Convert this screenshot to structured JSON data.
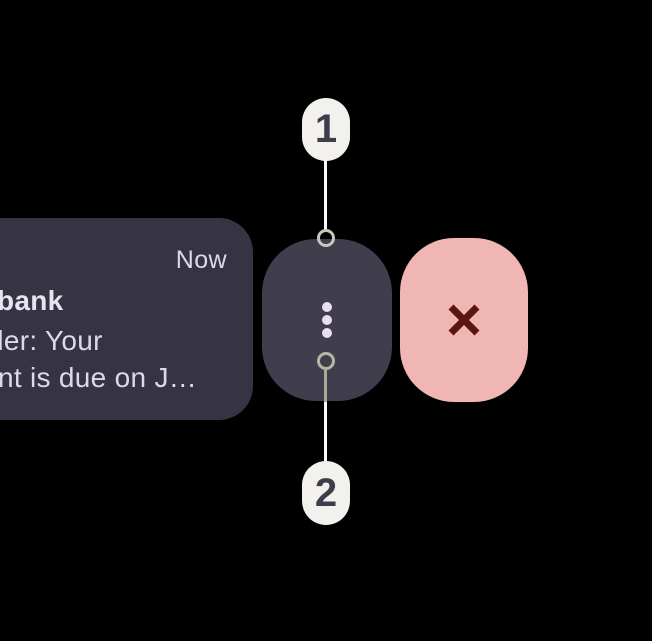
{
  "notification": {
    "timestamp": "Now",
    "title_fragment": "bank",
    "body_fragment_line1": "der: Your",
    "body_fragment_line2": "nt is due on J…"
  },
  "swipe_actions": {
    "more_icon": "kebab-menu-icon",
    "dismiss_icon": "close-icon"
  },
  "callouts": {
    "step1_label": "1",
    "step2_label": "2"
  },
  "colors": {
    "background": "#000000",
    "card-bg": "#363343",
    "card-text": "#DFD8E7",
    "card-title": "#E9E3F0",
    "pill-bg": "#403D4C",
    "dot-color": "#E8DFF5",
    "dismiss-bg": "#F0B6B3",
    "dismiss-x": "#5E1411",
    "badge-bg": "#F3F1EE",
    "badge-text": "#3F3D4C",
    "line-white": "#FAF9F4",
    "line-olive": "#A9A994",
    "ring1": "#C8C8B9",
    "ring2": "#B6B6A1"
  }
}
